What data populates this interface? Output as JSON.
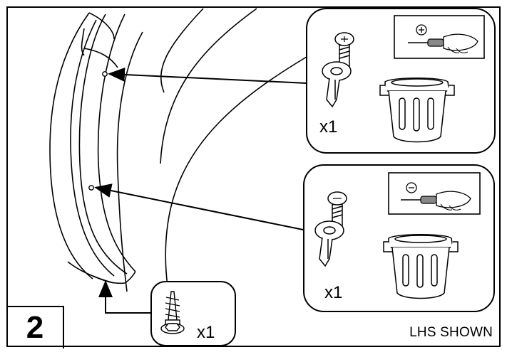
{
  "step": {
    "number": "2"
  },
  "note": "LHS SHOWN",
  "callouts": [
    {
      "id": "upper",
      "quantity": "x1",
      "fastener": "push-rivet-phillips",
      "tool": "phillips-screwdriver-icon"
    },
    {
      "id": "lower",
      "quantity": "x1",
      "fastener": "push-rivet-slotted",
      "tool": "flathead-screwdriver-icon"
    },
    {
      "id": "bottom",
      "quantity": "x1",
      "fastener": "self-tapping-screw"
    }
  ],
  "colors": {
    "line": "#000000",
    "panel_bg": "#ffffff",
    "screwdriver_handle": "#888888"
  }
}
